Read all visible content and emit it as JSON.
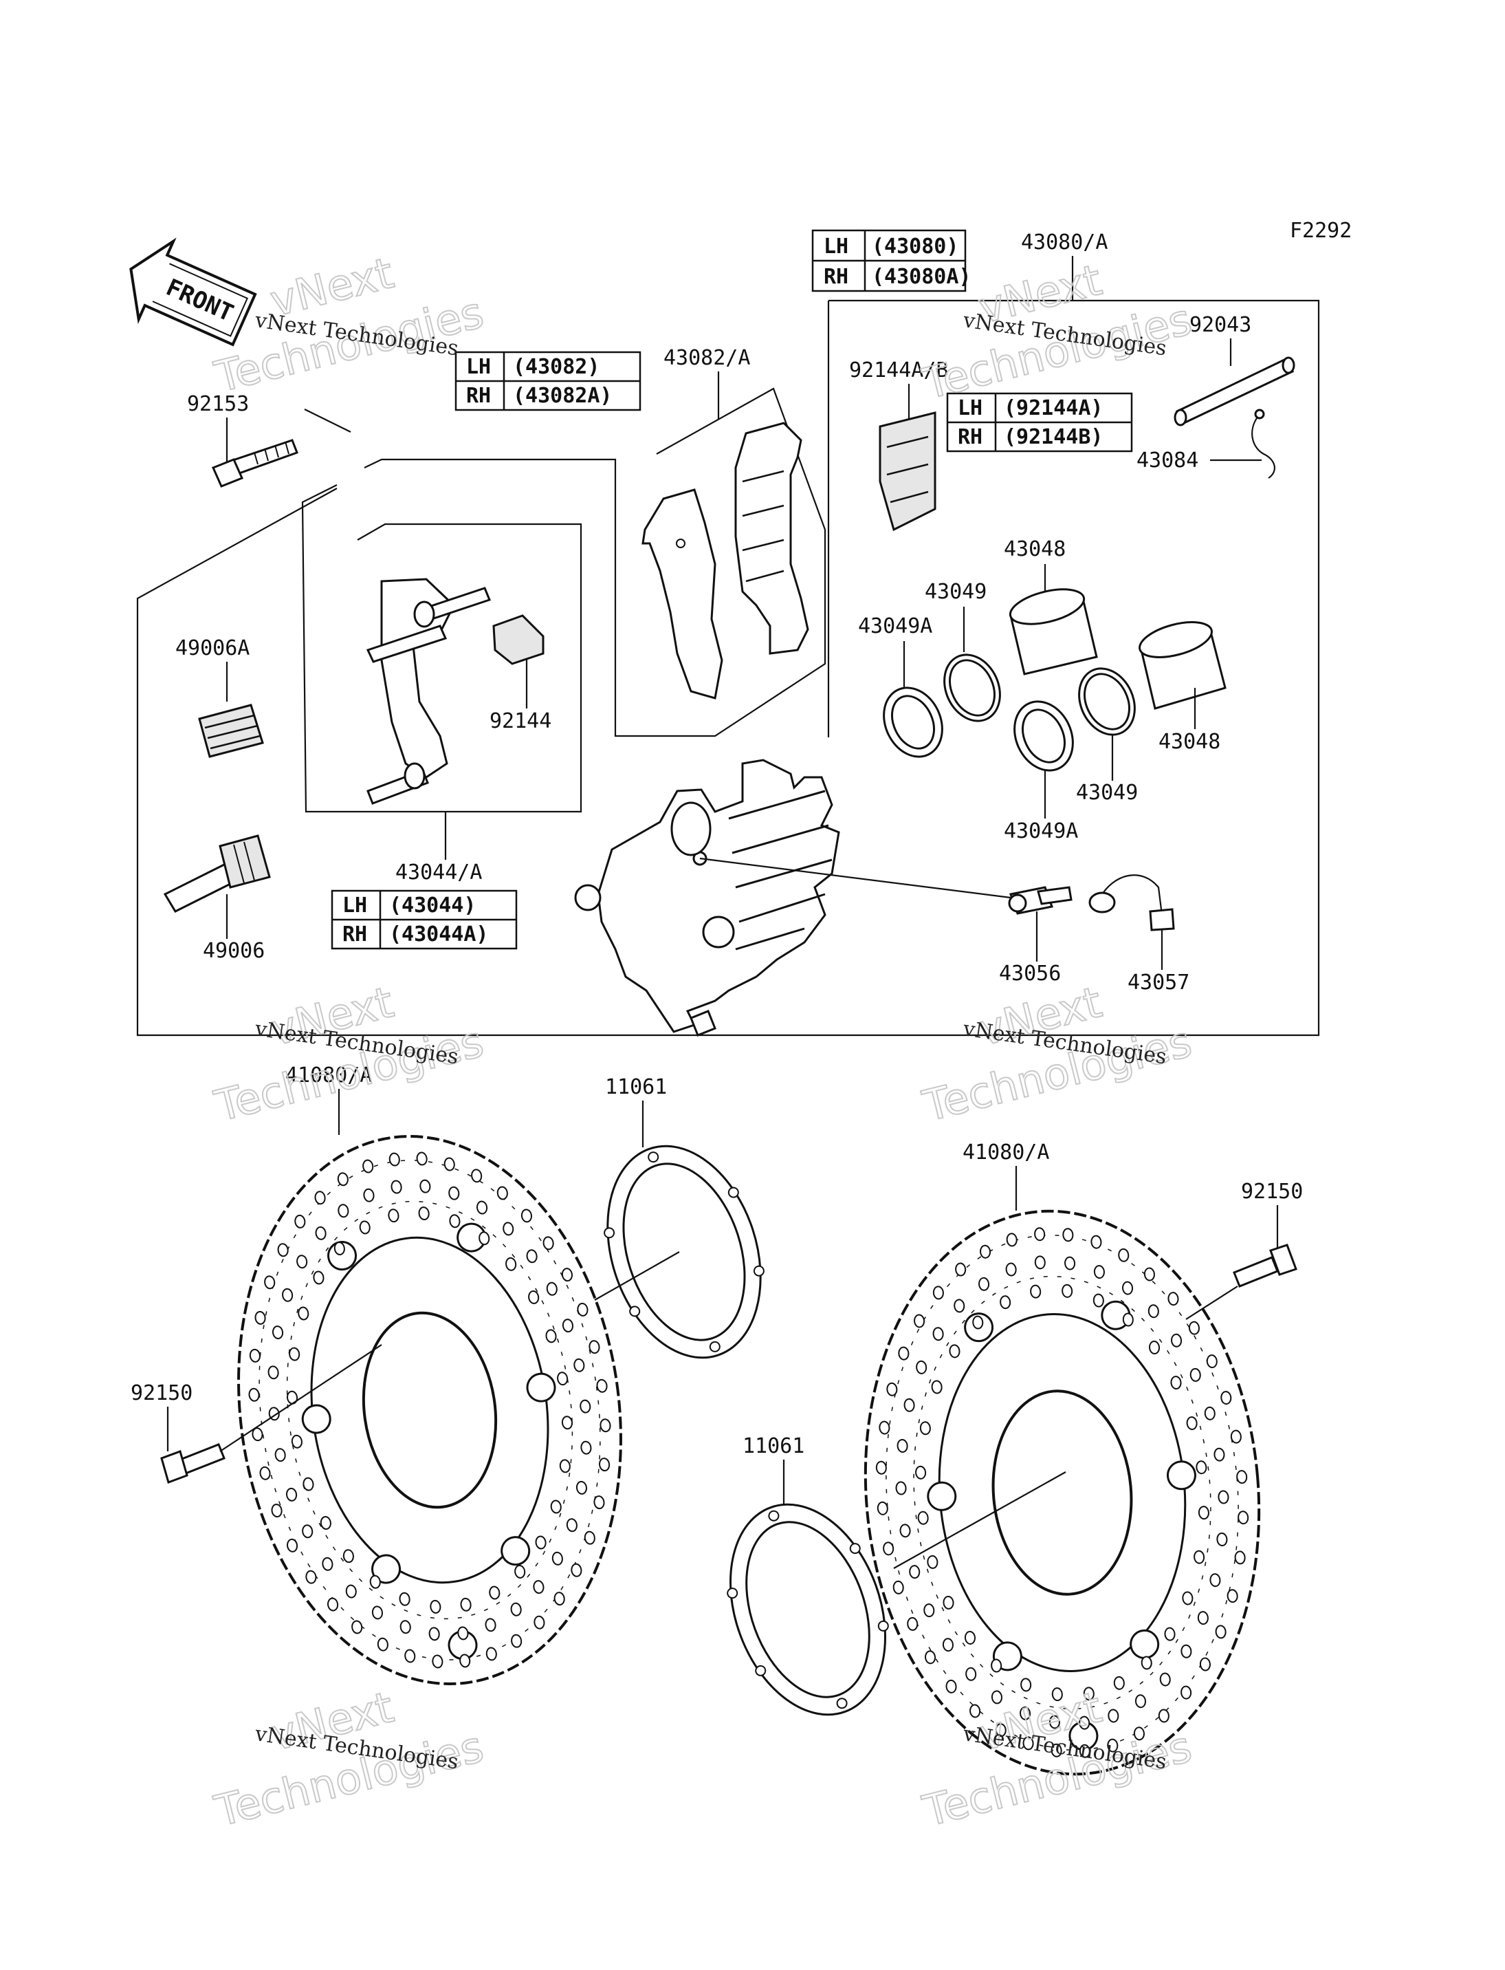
{
  "figure_code": "F2292",
  "front_label": "FRONT",
  "watermark": {
    "line1": "vNext Technologies",
    "big1": "vNext",
    "big2": "Technologies"
  },
  "callouts": {
    "p43080A": "43080/A",
    "p92043": "92043",
    "p43084": "43084",
    "p92144AB": "92144A/B",
    "p43082A": "43082/A",
    "p92153": "92153",
    "p49006A": "49006A",
    "p92144": "92144",
    "p43044A": "43044/A",
    "p49006": "49006",
    "p43048a": "43048",
    "p43049a": "43049",
    "p43049Aa": "43049A",
    "p43048b": "43048",
    "p43049b": "43049",
    "p43049Ab": "43049A",
    "p43056": "43056",
    "p43057": "43057",
    "p41080Aa": "41080/A",
    "p11061a": "11061",
    "p41080Ab": "41080/A",
    "p92150a": "92150",
    "p92150b": "92150",
    "p11061b": "11061"
  },
  "tables": {
    "caliper": {
      "r1a": "LH",
      "r1b": "(43080)",
      "r2a": "RH",
      "r2b": "(43080A)"
    },
    "pads": {
      "r1a": "LH",
      "r1b": "(43082)",
      "r2a": "RH",
      "r2b": "(43082A)"
    },
    "spring": {
      "r1a": "LH",
      "r1b": "(92144A)",
      "r2a": "RH",
      "r2b": "(92144B)"
    },
    "holder": {
      "r1a": "LH",
      "r1b": "(43044)",
      "r2a": "RH",
      "r2b": "(43044A)"
    }
  }
}
